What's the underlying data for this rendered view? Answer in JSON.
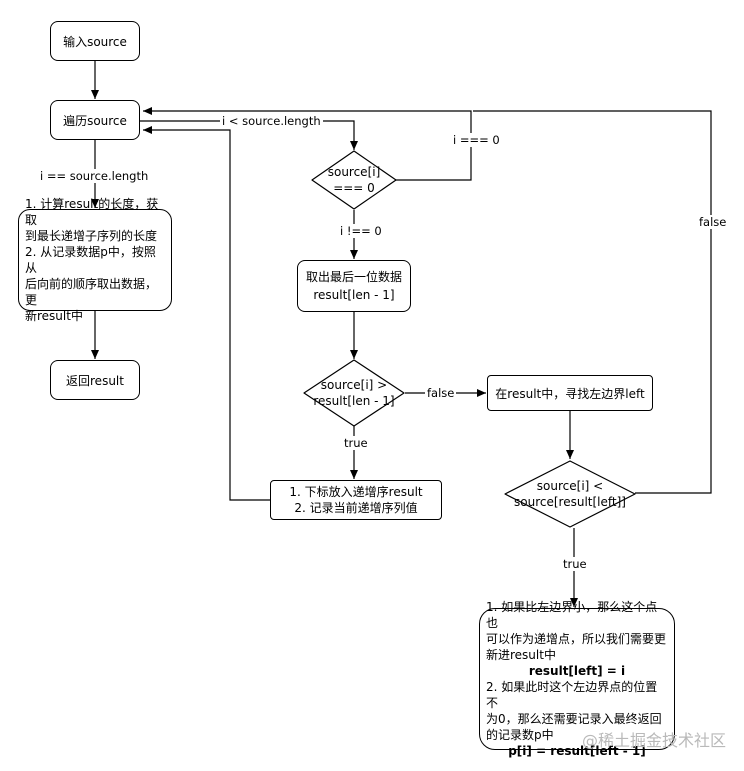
{
  "nodes": {
    "input": "输入source",
    "traverse": "遍历source",
    "compute": [
      "1. 计算result的长度，获取",
      "到最长递增子序列的长度",
      "2. 从记录数据p中，按照从",
      "后向前的顺序取出数据，更",
      "新result中"
    ],
    "return": "返回result",
    "check_zero": [
      "source[i]",
      "=== 0"
    ],
    "take_last": [
      "取出最后一位数据",
      "result[len - 1]"
    ],
    "compare_last": [
      "source[i] >",
      "result[len - 1]"
    ],
    "push": [
      "1. 下标放入递增序result",
      "2. 记录当前递增序列值"
    ],
    "find_left": "在result中，寻找左边界left",
    "compare_left": [
      "source[i] <",
      "source[result[left]]"
    ],
    "update": {
      "line1": "1. 如果比左边界小，那么这个点也",
      "line2": "可以作为递增点，所以我们需要更",
      "line3": "新进result中",
      "code1": "result[left] = i",
      "line4": "2. 如果此时这个左边界点的位置不",
      "line5": "为0，那么还需要记录入最终返回",
      "line6": "的记录数p中",
      "code2": "p[i] = result[left - 1]"
    }
  },
  "edge_labels": {
    "i_eq_len": "i == source.length",
    "i_lt_len": "i < source.length",
    "i_eq_0": "i === 0",
    "i_ne_0": "i !== 0",
    "false1": "false",
    "true1": "true",
    "false2": "false",
    "true2": "true"
  },
  "watermark": "@稀土掘金技术社区"
}
